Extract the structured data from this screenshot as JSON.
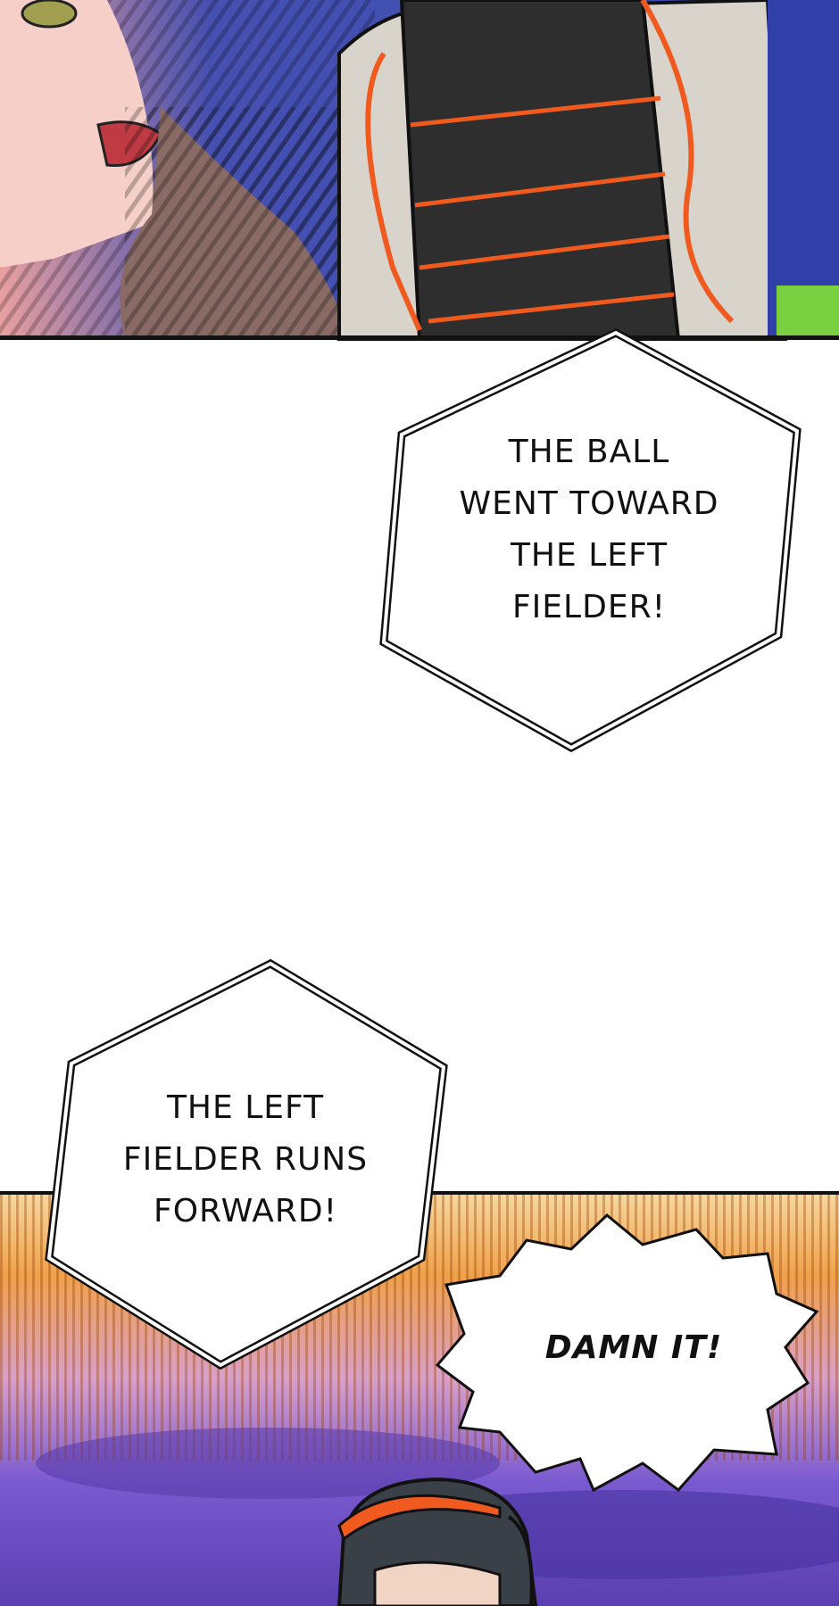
{
  "bubbles": {
    "top_right": {
      "lines": [
        "THE BALL",
        "WENT TOWARD",
        "THE LEFT",
        "FIELDER!"
      ]
    },
    "middle_left": {
      "lines": [
        "THE LEFT",
        "FIELDER RUNS",
        "FORWARD!"
      ]
    },
    "shout": {
      "text": "DAMN IT!"
    }
  },
  "colors": {
    "panel_border": "#111111",
    "top_panel_blue": "#3a4fb8",
    "bottom_orange": "#f0a040",
    "bottom_purple": "#6a4fc0",
    "uniform_orange": "#f05a1e"
  }
}
